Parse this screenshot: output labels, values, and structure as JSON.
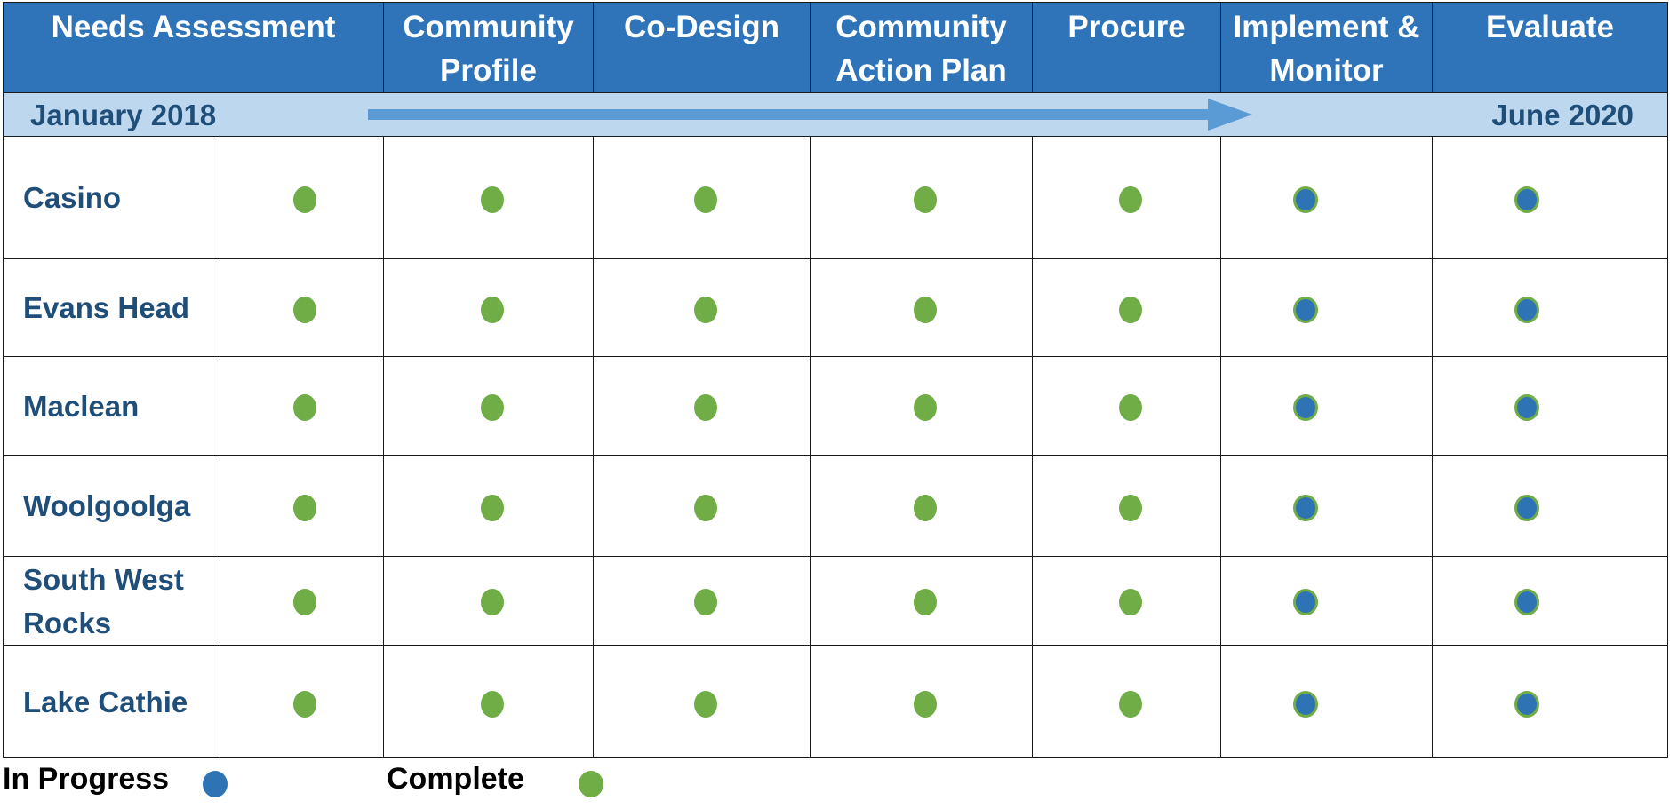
{
  "phases": [
    "Needs Assessment",
    "Community Profile",
    "Co-Design",
    "Community Action Plan",
    "Procure",
    "Implement & Monitor",
    "Evaluate"
  ],
  "timeline": {
    "start": "January 2018",
    "end": "June 2020"
  },
  "communities": [
    {
      "name": "Casino",
      "statuses": [
        "complete",
        "complete",
        "complete",
        "complete",
        "complete",
        "in-progress",
        "in-progress"
      ]
    },
    {
      "name": "Evans Head",
      "statuses": [
        "complete",
        "complete",
        "complete",
        "complete",
        "complete",
        "in-progress",
        "in-progress"
      ]
    },
    {
      "name": "Maclean",
      "statuses": [
        "complete",
        "complete",
        "complete",
        "complete",
        "complete",
        "in-progress",
        "in-progress"
      ]
    },
    {
      "name": "Woolgoolga",
      "statuses": [
        "complete",
        "complete",
        "complete",
        "complete",
        "complete",
        "in-progress",
        "in-progress"
      ]
    },
    {
      "name": "South West Rocks",
      "statuses": [
        "complete",
        "complete",
        "complete",
        "complete",
        "complete",
        "in-progress",
        "in-progress"
      ]
    },
    {
      "name": "Lake Cathie",
      "statuses": [
        "complete",
        "complete",
        "complete",
        "complete",
        "complete",
        "in-progress",
        "in-progress"
      ]
    }
  ],
  "legend": {
    "in_progress_label": "In Progress",
    "complete_label": "Complete",
    "in_progress_color": "#2e74b5",
    "complete_color": "#70ad47"
  },
  "colors": {
    "header_bg": "#2f74b8",
    "timeline_bg": "#bdd7ee",
    "label_text": "#1f4e79",
    "arrow": "#5b9bd5"
  }
}
